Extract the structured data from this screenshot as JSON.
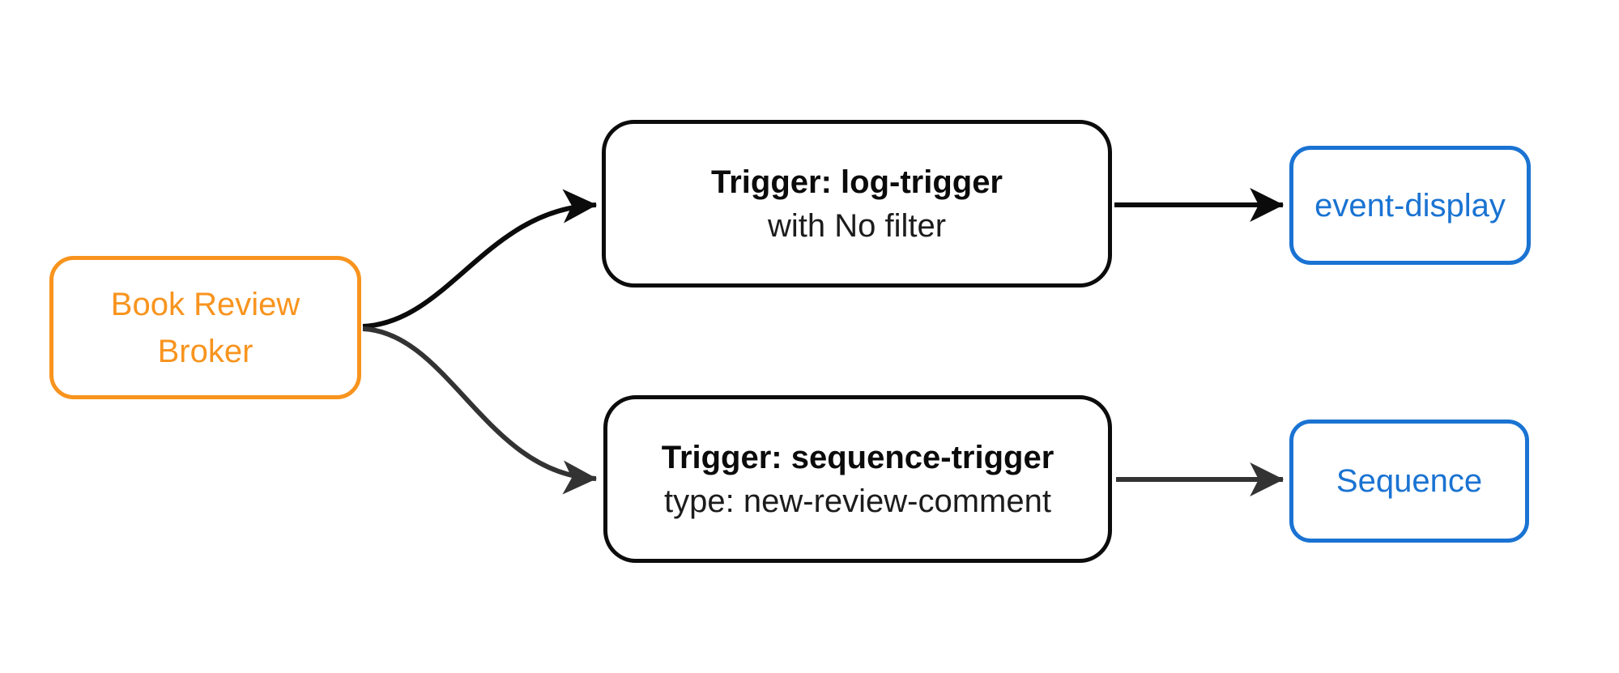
{
  "diagram": {
    "background_color": "#ffffff",
    "nodes": {
      "broker": {
        "lines": [
          "Book Review",
          "Broker"
        ],
        "color": "#F8941E",
        "shape": "rounded-rect"
      },
      "trigger_log": {
        "title": "Trigger: log-trigger",
        "subtitle": "with No filter",
        "border_color": "#0c0c0c",
        "shape": "rounded-rect"
      },
      "trigger_sequence": {
        "title": "Trigger: sequence-trigger",
        "subtitle": "type: new-review-comment",
        "border_color": "#0c0c0c",
        "shape": "rounded-rect"
      },
      "event_display": {
        "label": "event-display",
        "color": "#1A73D2",
        "shape": "rounded-rect"
      },
      "sequence": {
        "label": "Sequence",
        "color": "#1A73D2",
        "shape": "rounded-rect"
      }
    },
    "edges": [
      {
        "from": "broker",
        "to": "trigger_log",
        "style": "curved-arrow",
        "color": "#0b0b0b"
      },
      {
        "from": "broker",
        "to": "trigger_sequence",
        "style": "curved-arrow",
        "color": "#333333"
      },
      {
        "from": "trigger_log",
        "to": "event_display",
        "style": "straight-arrow",
        "color": "#0b0b0b"
      },
      {
        "from": "trigger_sequence",
        "to": "sequence",
        "style": "straight-arrow",
        "color": "#333333"
      }
    ]
  }
}
